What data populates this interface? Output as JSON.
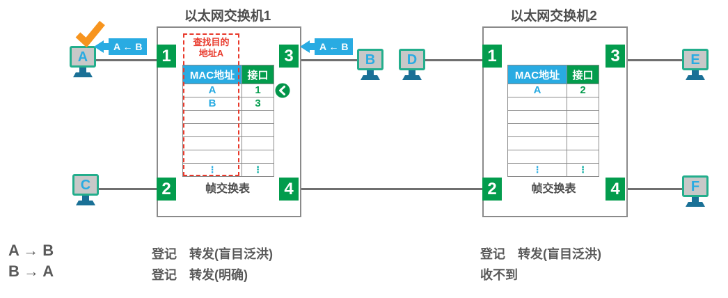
{
  "palette": {
    "blue": "#29ABE2",
    "green": "#039C4D",
    "red": "#E8392B",
    "orange": "#F7941E",
    "dark_gray": "#595959",
    "host_border_teal": "#23AE8C",
    "host_stand_blue": "#1A7096"
  },
  "switch1": {
    "title": "以太网交换机1",
    "ports": [
      "1",
      "2",
      "3",
      "4"
    ],
    "lookup_note": {
      "lines": [
        "查找目的",
        "地址A"
      ]
    },
    "table": {
      "headers": [
        "MAC地址",
        "接口"
      ],
      "rows": [
        [
          "A",
          "1"
        ],
        [
          "B",
          "3"
        ],
        [
          "",
          ""
        ],
        [
          "",
          ""
        ],
        [
          "",
          ""
        ],
        [
          "",
          ""
        ],
        [
          "⋮",
          "⋮"
        ]
      ],
      "caption": "帧交换表"
    }
  },
  "switch2": {
    "title": "以太网交换机2",
    "ports": [
      "1",
      "2",
      "3",
      "4"
    ],
    "table": {
      "headers": [
        "MAC地址",
        "接口"
      ],
      "rows": [
        [
          "A",
          "2"
        ],
        [
          "",
          ""
        ],
        [
          "",
          ""
        ],
        [
          "",
          ""
        ],
        [
          "",
          ""
        ],
        [
          "",
          ""
        ],
        [
          "⋮",
          "⋮"
        ]
      ],
      "caption": "帧交换表"
    }
  },
  "hosts": [
    {
      "id": "A"
    },
    {
      "id": "B"
    },
    {
      "id": "C"
    },
    {
      "id": "D"
    },
    {
      "id": "E"
    },
    {
      "id": "F"
    }
  ],
  "frame_labels": [
    {
      "text": "A ← B"
    },
    {
      "text": "A ← B"
    }
  ],
  "annotations": {
    "flows": [
      "A → B",
      "B → A"
    ],
    "switch1_results": [
      "登记　转发(盲目泛洪)",
      "登记　转发(明确)"
    ],
    "switch2_results": [
      "登记　转发(盲目泛洪)",
      "收不到"
    ]
  }
}
